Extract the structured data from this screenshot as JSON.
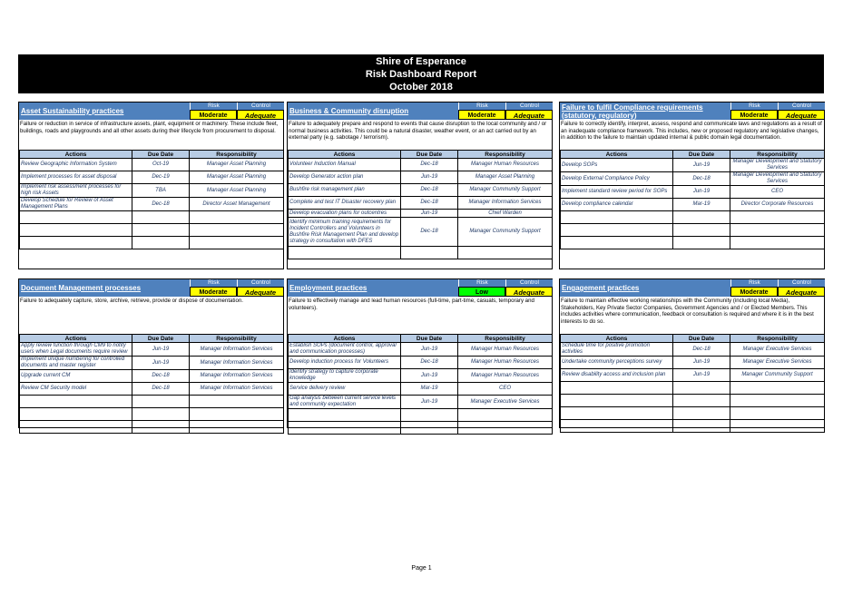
{
  "header": {
    "line1": "Shire of Esperance",
    "line2": "Risk Dashboard Report",
    "line3": "October 2018"
  },
  "labels": {
    "risk": "Risk",
    "control": "Control",
    "actions": "Actions",
    "due_date": "Due Date",
    "responsibility": "Responsibility"
  },
  "panels": [
    {
      "title": "Asset Sustainability practices",
      "risk": "Moderate",
      "control": "Adequate",
      "description": "Failure or reduction in service of infrastructure assets, plant, equipment or machinery. These include fleet, buildings, roads and playgrounds and all other assets during their lifecycle from procurement to disposal.",
      "rows": [
        {
          "action": "Review Geographic Information System",
          "due": "Oct-19",
          "resp": "Manager Asset Planning"
        },
        {
          "action": "Implement processes for asset disposal",
          "due": "Dec-19",
          "resp": "Manager Asset Planning"
        },
        {
          "action": "Implement risk assessment processes for high risk Assets",
          "due": "TBA",
          "resp": "Manager Asset Planning"
        },
        {
          "action": "Develop Schedule for Review of Asset Management Plans",
          "due": "Dec-18",
          "resp": "Director Asset Management"
        },
        {
          "action": "",
          "due": "",
          "resp": ""
        },
        {
          "action": "",
          "due": "",
          "resp": ""
        },
        {
          "action": "",
          "due": "",
          "resp": ""
        }
      ]
    },
    {
      "title": "Business & Community disruption",
      "risk": "Moderate",
      "control": "Adequate",
      "description": "Failure to adequately prepare and respond to events that cause disruption to the local community and / or normal business activities.  This could be a natural disaster, weather event, or an act carried out by an external party (e.g. sabotage / terrorism).",
      "rows": [
        {
          "action": "Volunteer Induction Manual",
          "due": "Dec-18",
          "resp": "Manager Human Resources"
        },
        {
          "action": "Develop Generator action plan",
          "due": "Jun-19",
          "resp": "Manager Asset Planning"
        },
        {
          "action": "Bushfire risk management plan",
          "due": "Dec-18",
          "resp": "Manager Community Support"
        },
        {
          "action": "Complete and test IT Disaster recovery plan",
          "due": "Dec-18",
          "resp": "Manager Information Services"
        },
        {
          "action": "Develop evacuation plans for outcentres",
          "due": "Jun-19",
          "resp": "Chief Warden"
        },
        {
          "action": "Identify minimum training requirements for Incident Controllers and Volunteers in Bushfire Risk Management Plan and develop strategy in consultation with DFES",
          "due": "Dec-18",
          "resp": "Manager Community Support"
        },
        {
          "action": "",
          "due": "",
          "resp": ""
        }
      ]
    },
    {
      "title": "Failure to fulfil Compliance requirements (statutory, regulatory)",
      "risk": "Moderate",
      "control": "Adequate",
      "description": "Failure to correctly identify, interpret, assess, respond and communicate laws and regulations as a result of an inadequate compliance framework. This includes, new or proposed regulatory and legislative changes, in addition to the failure to maintain updated internal & public domain legal documentation.",
      "rows": [
        {
          "action": "Develop SOPs",
          "due": "Jun-19",
          "resp": "Manager Development and Statutory Services"
        },
        {
          "action": "Develop External Compliance Policy",
          "due": "Dec-18",
          "resp": "Manager Development and Statutory Services"
        },
        {
          "action": "Implement standard review period for SOPs",
          "due": "Jun-19",
          "resp": "CEO"
        },
        {
          "action": "Develop compliance calendar",
          "due": "Mar-19",
          "resp": "Director Corporate Resources"
        },
        {
          "action": "",
          "due": "",
          "resp": ""
        },
        {
          "action": "",
          "due": "",
          "resp": ""
        },
        {
          "action": "",
          "due": "",
          "resp": ""
        }
      ]
    },
    {
      "title": "Document Management processes",
      "risk": "Moderate",
      "control": "Adequate",
      "description": "Failure to adequately capture, store, archive, retrieve, provide or dispose of documentation.",
      "rows": [
        {
          "action": "Apply review function through CM9 to notify users when Legal documents require review",
          "due": "Jun-19",
          "resp": "Manager Information Services"
        },
        {
          "action": "Implement unique numbering for controlled documents and master register",
          "due": "Jun-19",
          "resp": "Manager Information Services"
        },
        {
          "action": "Upgrade current CM",
          "due": "Dec-18",
          "resp": "Manager Information Services"
        },
        {
          "action": "Review CM Security model",
          "due": "Dec-18",
          "resp": "Manager Information Services"
        },
        {
          "action": "",
          "due": "",
          "resp": ""
        },
        {
          "action": "",
          "due": "",
          "resp": ""
        },
        {
          "action": "",
          "due": "",
          "resp": ""
        }
      ]
    },
    {
      "title": "Employment practices",
      "risk": "Low",
      "control": "Adequate",
      "description": "Failure to effectively manage and lead human resources (full-time, part-time, casuals, temporary and volunteers).",
      "rows": [
        {
          "action": "Establish SOPs (document control, approval and communication processes)",
          "due": "Jun-19",
          "resp": "Manager Human Resources"
        },
        {
          "action": "Develop induction process for Volunteers",
          "due": "Dec-18",
          "resp": "Manager Human Resources"
        },
        {
          "action": "Identify strategy to capture corporate knowledge",
          "due": "Jun-19",
          "resp": "Manager Human Resources"
        },
        {
          "action": "Service delivery review",
          "due": "Mar-19",
          "resp": "CEO"
        },
        {
          "action": "Gap analysis between current service levels and community expectation",
          "due": "Jun-19",
          "resp": "Manager Executive Services"
        },
        {
          "action": "",
          "due": "",
          "resp": ""
        },
        {
          "action": "",
          "due": "",
          "resp": ""
        }
      ]
    },
    {
      "title": "Engagement practices",
      "risk": "Moderate",
      "control": "Adequate",
      "description": "Failure to maintain effective working relationships with the Community (including local Media), Stakeholders, Key Private Sector Companies, Government Agencies and / or Elected Members.  This includes activities where communication, feedback or consultation is required and where it is in the best interests to do so.",
      "rows": [
        {
          "action": "Schedule time for positive promotion activities",
          "due": "Dec-18",
          "resp": "Manager Executive Services"
        },
        {
          "action": "Undertake community perceptions survey",
          "due": "Jun-19",
          "resp": "Manager Executive Services"
        },
        {
          "action": "Review disability access and inclusion plan",
          "due": "Jun-19",
          "resp": "Manager Community Support"
        },
        {
          "action": "",
          "due": "",
          "resp": ""
        },
        {
          "action": "",
          "due": "",
          "resp": ""
        },
        {
          "action": "",
          "due": "",
          "resp": ""
        },
        {
          "action": "",
          "due": "",
          "resp": ""
        }
      ]
    }
  ],
  "footer": "Page 1"
}
